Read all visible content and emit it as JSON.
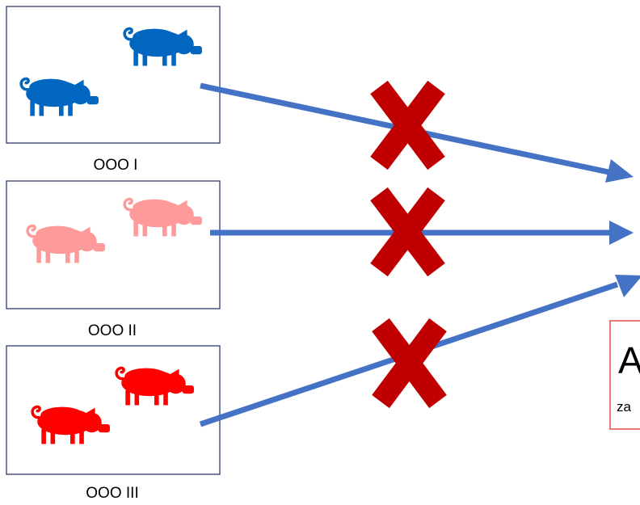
{
  "boxes": [
    {
      "label": "OOO I",
      "pig_color": "#0066c0"
    },
    {
      "label": "OOO II",
      "pig_color": "#ff9a9a"
    },
    {
      "label": "OOO III",
      "pig_color": "#ff0000"
    }
  ],
  "target_box": {
    "letter": "A",
    "subtext": "za"
  },
  "colors": {
    "arrow": "#4472c4",
    "cross": "#c00000",
    "box_border": "#2f3c6e",
    "target_border": "#e0312b"
  },
  "icons": [
    "pig-icon",
    "cross-icon",
    "arrow-icon"
  ]
}
